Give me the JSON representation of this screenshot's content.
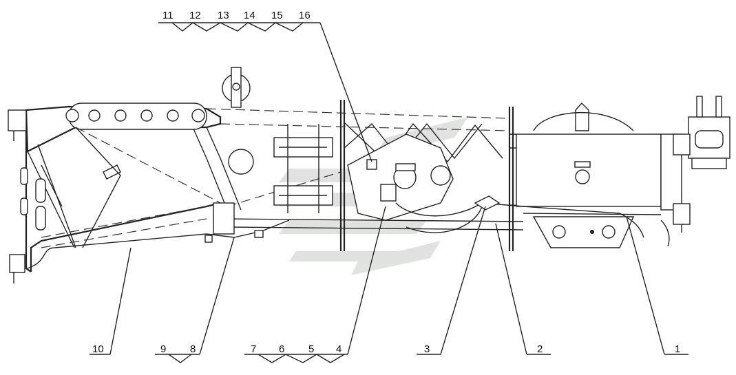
{
  "callouts": {
    "top_group": [
      "11",
      "12",
      "13",
      "14",
      "15",
      "16"
    ],
    "bottom_left": "10",
    "bottom_group_a": [
      "9",
      "8"
    ],
    "bottom_group_b": [
      "7",
      "6",
      "5",
      "4"
    ],
    "bottom_right": [
      "3",
      "2",
      "1"
    ]
  },
  "colors": {
    "line": "#222222",
    "watermark": "#c8ccc8",
    "background": "#ffffff"
  }
}
